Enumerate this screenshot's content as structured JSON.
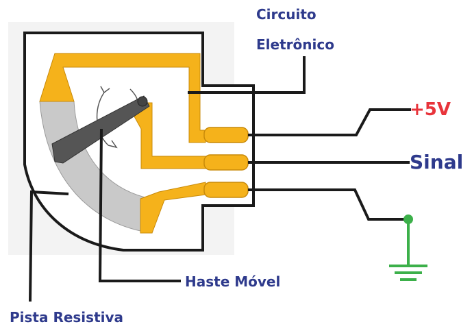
{
  "labels": {
    "circuit_line1": "Circuito",
    "circuit_line2": "Eletrônico",
    "plus5v": "+5V",
    "signal": "Sinal",
    "movable_rod": "Haste Móvel",
    "resistive_track": "Pista Resistiva"
  },
  "colors": {
    "label_blue": "#2e3a8c",
    "plus5v_red": "#e8343b",
    "gold": "#f5b21b",
    "gold_dark": "#c88a0a",
    "track_gray": "#c9c9c9",
    "rod_gray": "#555555",
    "ground_green": "#3cb04a",
    "body_fill": "#ffffff",
    "outline": "#1a1a1a",
    "bg_gray": "#f3f3f3"
  }
}
